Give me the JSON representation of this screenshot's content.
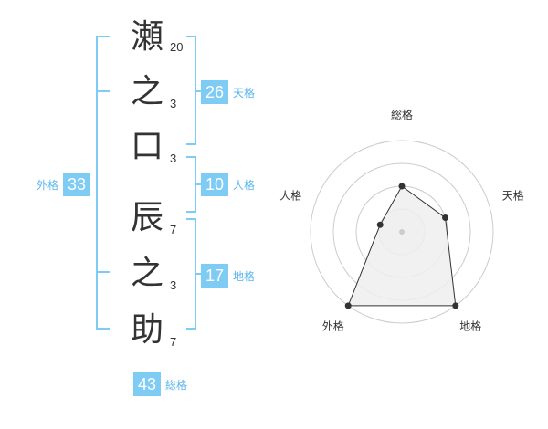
{
  "name_chars": [
    {
      "char": "瀬",
      "strokes": "20"
    },
    {
      "char": "之",
      "strokes": "3"
    },
    {
      "char": "口",
      "strokes": "3"
    },
    {
      "char": "辰",
      "strokes": "7"
    },
    {
      "char": "之",
      "strokes": "3"
    },
    {
      "char": "助",
      "strokes": "7"
    }
  ],
  "fortune": {
    "tenkaku": {
      "value": "26",
      "label": "天格"
    },
    "jinkaku": {
      "value": "10",
      "label": "人格"
    },
    "chikaku": {
      "value": "17",
      "label": "地格"
    },
    "gaikaku": {
      "value": "33",
      "label": "外格"
    },
    "soukaku": {
      "value": "43",
      "label": "総格"
    }
  },
  "chart_data": {
    "type": "radar",
    "axes": [
      "総格",
      "天格",
      "地格",
      "外格",
      "人格"
    ],
    "levels": 4,
    "max": 4,
    "values": [
      2,
      2,
      4,
      4,
      1
    ],
    "colors": {
      "fill": "#eeeeee",
      "stroke": "#333333",
      "grid": "#cccccc",
      "center": "#cccccc"
    }
  },
  "colors": {
    "accent": "#7ecbf3",
    "bracket": "#7ecbf3",
    "label": "#5bb7ec"
  }
}
